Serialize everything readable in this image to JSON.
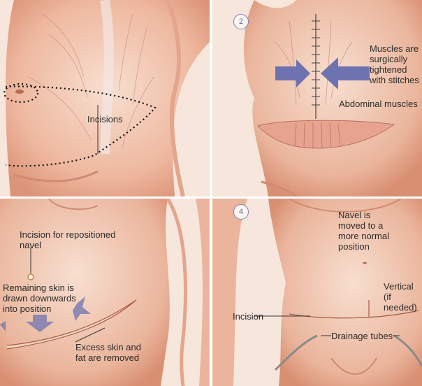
{
  "panels": {
    "p1": {
      "labels": {
        "incisions": "Incisions"
      }
    },
    "p2": {
      "step": "2",
      "labels": {
        "muscles": "Muscles are\nsurgically\ntightened\nwith stitches",
        "abdominal": "Abdominal muscles"
      }
    },
    "p3": {
      "labels": {
        "navel_incision": "Incision for repositioned\nnavel",
        "remaining_skin": "Remaining skin is\ndrawn downwards\ninto position",
        "excess": "Excess skin and\nfat are removed"
      }
    },
    "p4": {
      "step": "4",
      "labels": {
        "navel": "Navel is\nmoved to a\nmore normal\nposition",
        "vertical": "Vertical\n(if needed)",
        "incision": "Incision",
        "drainage": "Drainage tubes"
      }
    }
  },
  "colors": {
    "skin_light": "#f6dccd",
    "skin_mid": "#eab59c",
    "skin_dark": "#d98f72",
    "arrow": "#6e73b0",
    "muscle": "#e8a290"
  }
}
